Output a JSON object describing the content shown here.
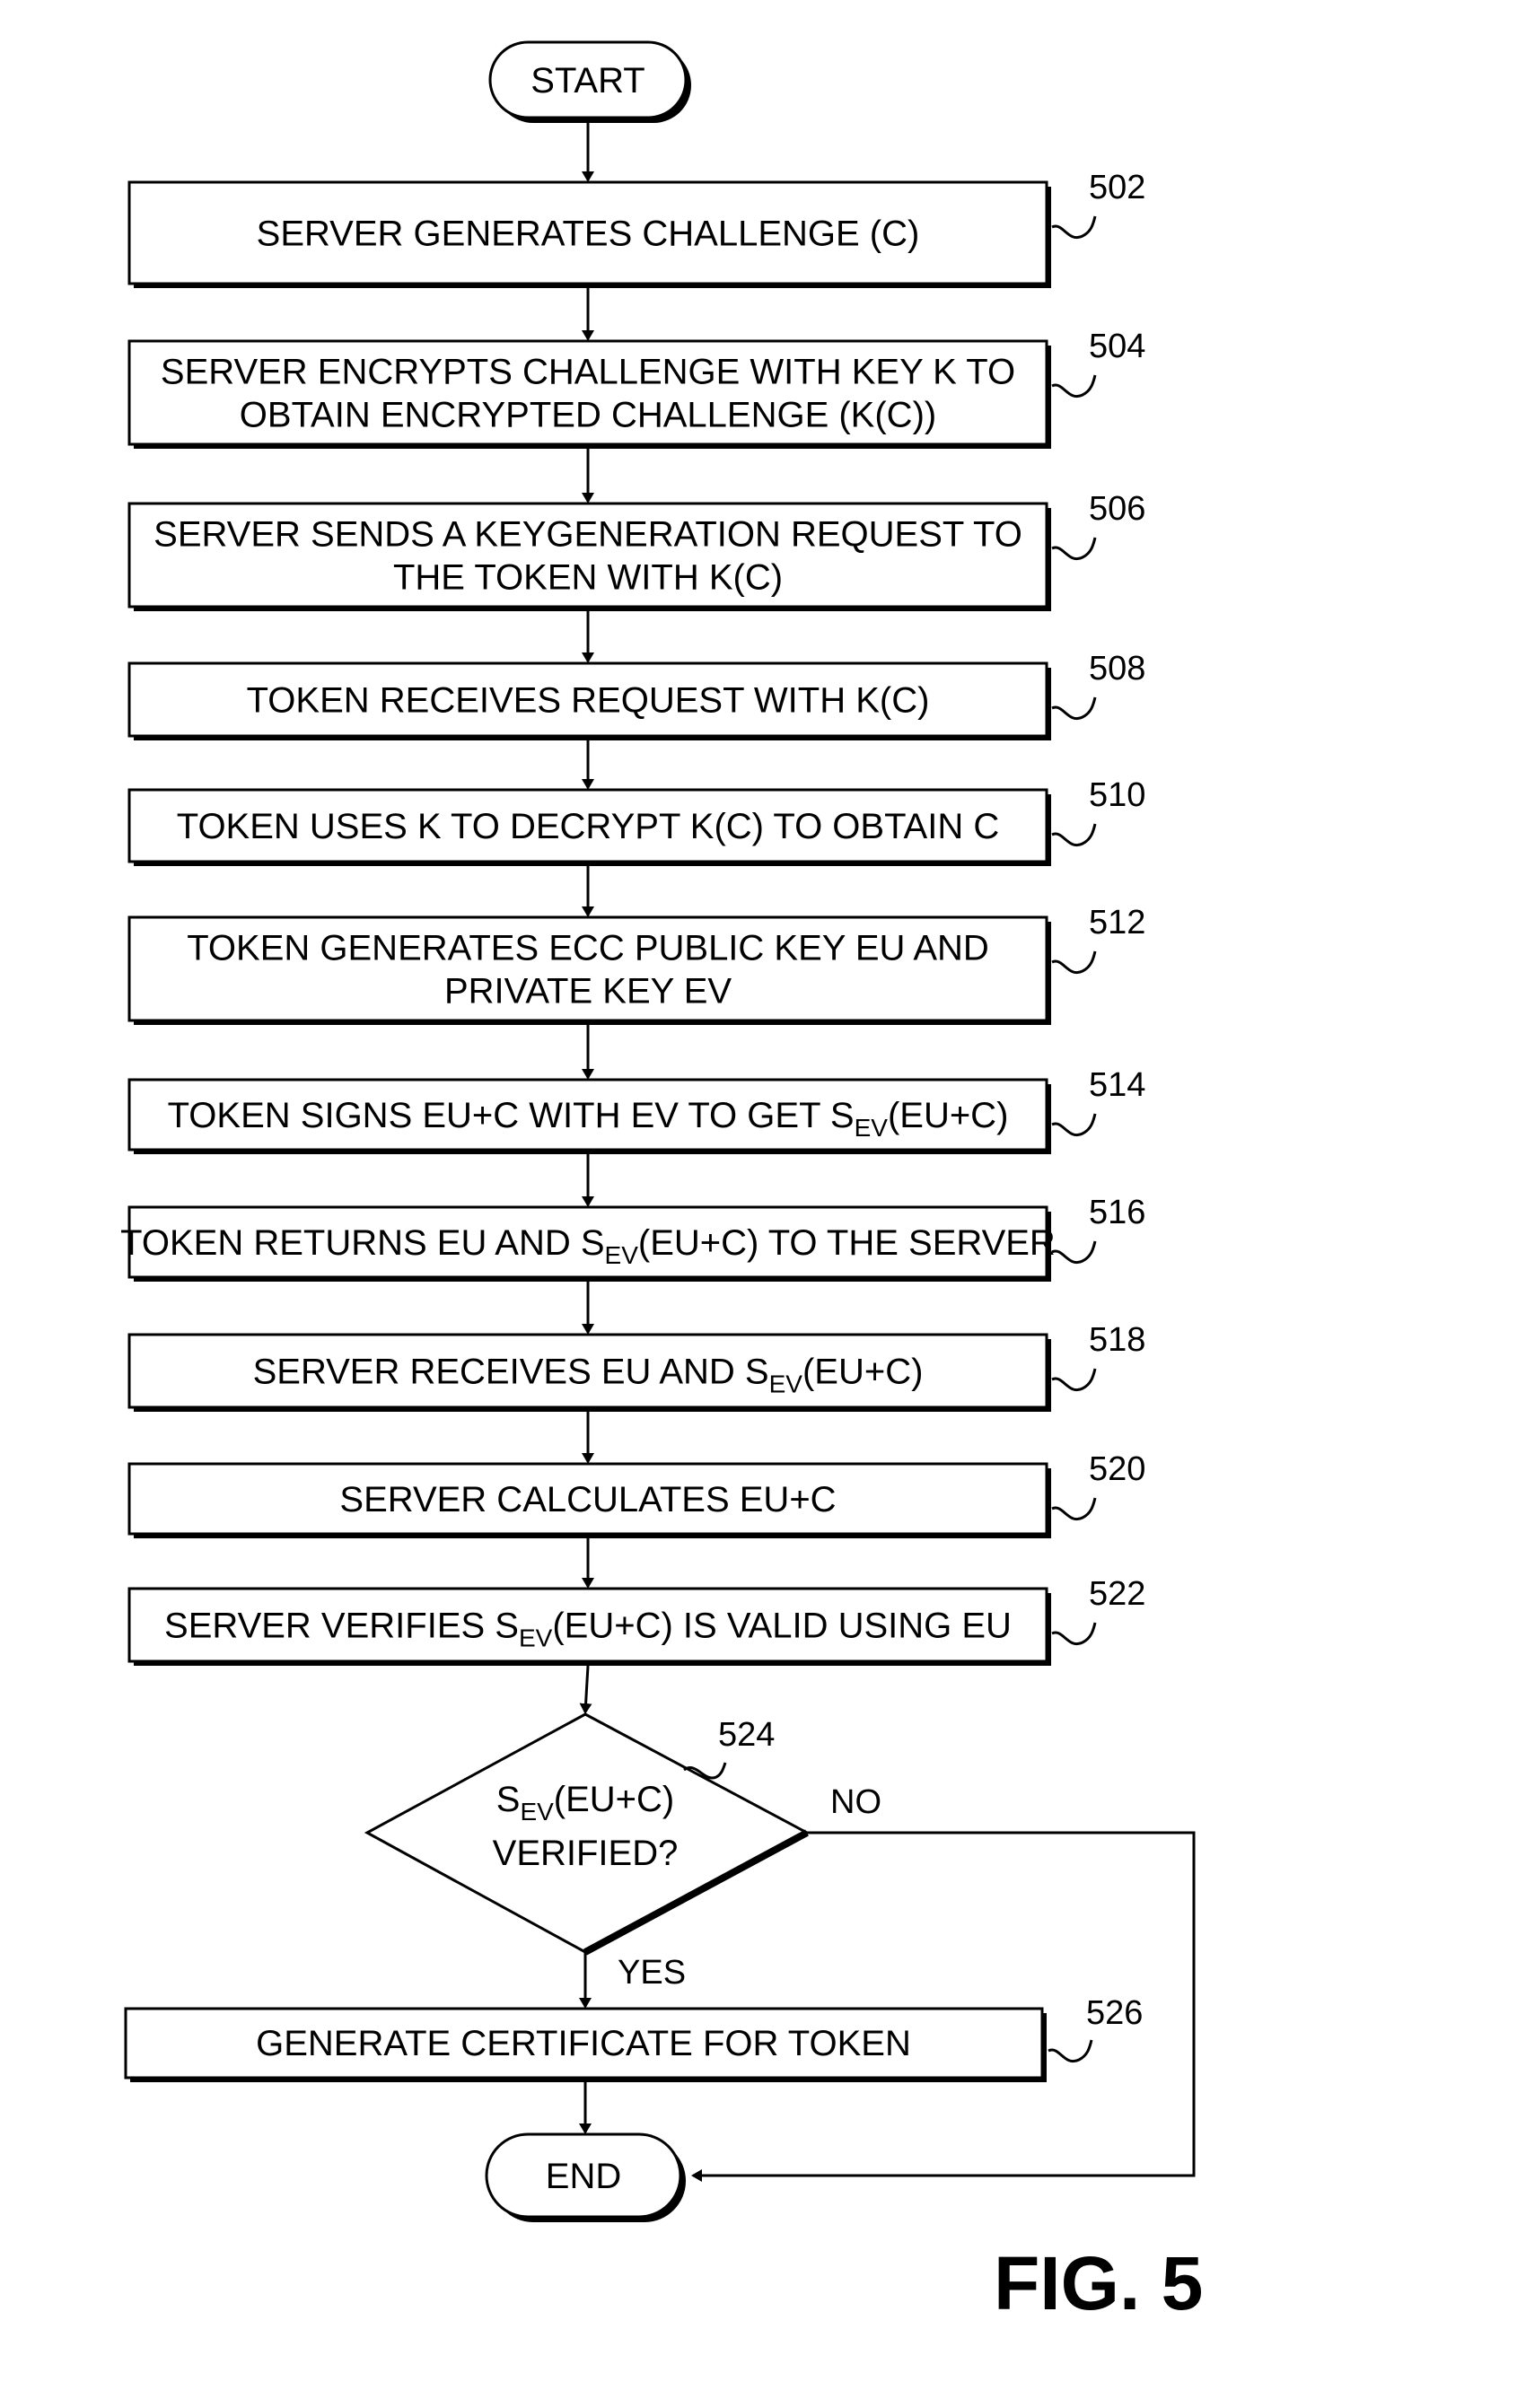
{
  "figure": {
    "label": "FIG. 5",
    "terminals": {
      "start": "START",
      "end": "END"
    },
    "steps": [
      {
        "ref": "502",
        "lines": [
          [
            {
              "t": "SERVER GENERATES CHALLENGE (C)"
            }
          ]
        ]
      },
      {
        "ref": "504",
        "lines": [
          [
            {
              "t": "SERVER ENCRYPTS CHALLENGE WITH KEY K TO"
            }
          ],
          [
            {
              "t": "OBTAIN ENCRYPTED CHALLENGE (K(C))"
            }
          ]
        ]
      },
      {
        "ref": "506",
        "lines": [
          [
            {
              "t": "SERVER SENDS A KEYGENERATION REQUEST TO"
            }
          ],
          [
            {
              "t": "THE TOKEN WITH K(C)"
            }
          ]
        ]
      },
      {
        "ref": "508",
        "lines": [
          [
            {
              "t": "TOKEN RECEIVES REQUEST WITH K(C)"
            }
          ]
        ]
      },
      {
        "ref": "510",
        "lines": [
          [
            {
              "t": "TOKEN USES K TO DECRYPT K(C) TO OBTAIN C"
            }
          ]
        ]
      },
      {
        "ref": "512",
        "lines": [
          [
            {
              "t": "TOKEN GENERATES ECC PUBLIC KEY EU AND"
            }
          ],
          [
            {
              "t": "PRIVATE KEY EV"
            }
          ]
        ]
      },
      {
        "ref": "514",
        "lines": [
          [
            {
              "t": "TOKEN SIGNS EU+C WITH EV TO GET S"
            },
            {
              "t": "EV",
              "sub": true
            },
            {
              "t": "(EU+C)"
            }
          ]
        ]
      },
      {
        "ref": "516",
        "lines": [
          [
            {
              "t": "TOKEN RETURNS EU AND S"
            },
            {
              "t": "EV",
              "sub": true
            },
            {
              "t": "(EU+C) TO THE SERVER"
            }
          ]
        ]
      },
      {
        "ref": "518",
        "lines": [
          [
            {
              "t": "SERVER RECEIVES EU AND S"
            },
            {
              "t": "EV",
              "sub": true
            },
            {
              "t": "(EU+C)"
            }
          ]
        ]
      },
      {
        "ref": "520",
        "lines": [
          [
            {
              "t": "SERVER CALCULATES EU+C"
            }
          ]
        ]
      },
      {
        "ref": "522",
        "lines": [
          [
            {
              "t": "SERVER VERIFIES S"
            },
            {
              "t": "EV",
              "sub": true
            },
            {
              "t": "(EU+C) IS VALID USING EU"
            }
          ]
        ]
      }
    ],
    "decision": {
      "ref": "524",
      "lines": [
        [
          {
            "t": "S"
          },
          {
            "t": "EV",
            "sub": true
          },
          {
            "t": "(EU+C)"
          }
        ],
        [
          {
            "t": "VERIFIED?"
          }
        ]
      ],
      "yes_label": "YES",
      "no_label": "NO"
    },
    "final_step": {
      "ref": "526",
      "lines": [
        [
          {
            "t": "GENERATE CERTIFICATE FOR TOKEN"
          }
        ]
      ]
    }
  }
}
